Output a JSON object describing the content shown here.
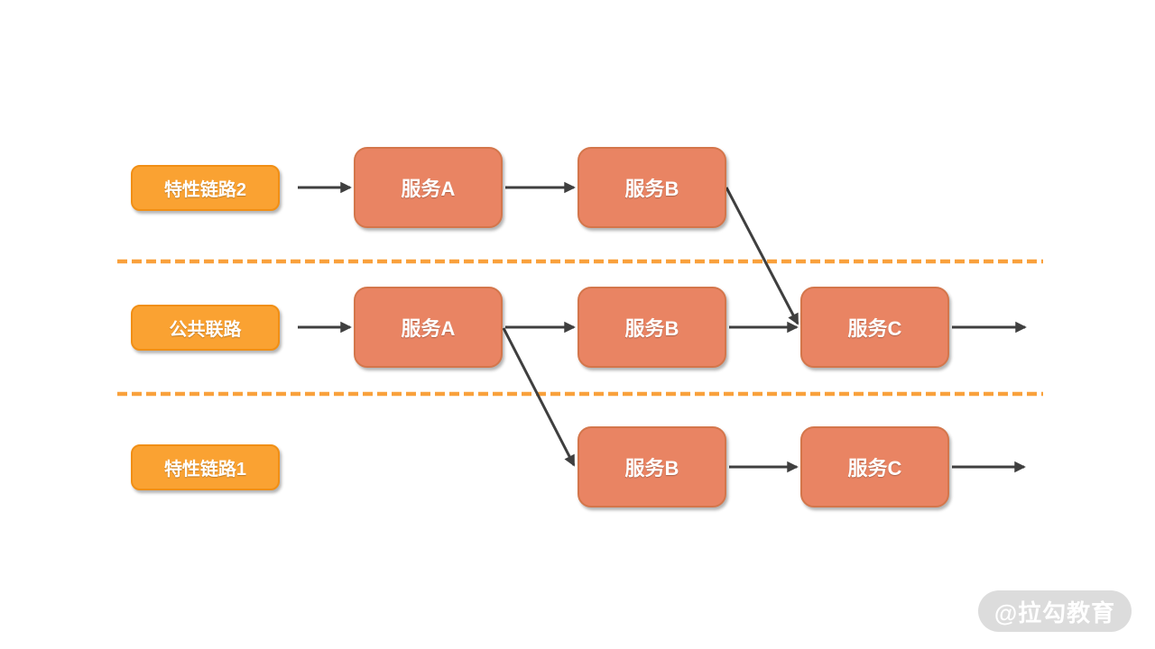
{
  "diagram": {
    "lanes": [
      {
        "label": "特性链路2",
        "services": [
          "服务A",
          "服务B"
        ]
      },
      {
        "label": "公共联路",
        "services": [
          "服务A",
          "服务B",
          "服务C"
        ]
      },
      {
        "label": "特性链路1",
        "services": [
          "服务B",
          "服务C"
        ]
      }
    ],
    "edges": [
      {
        "from": "特性链路2",
        "to": "特性链路2.服务A"
      },
      {
        "from": "特性链路2.服务A",
        "to": "特性链路2.服务B"
      },
      {
        "from": "特性链路2.服务B",
        "to": "公共联路.服务C"
      },
      {
        "from": "公共联路",
        "to": "公共联路.服务A"
      },
      {
        "from": "公共联路.服务A",
        "to": "公共联路.服务B"
      },
      {
        "from": "公共联路.服务A",
        "to": "特性链路1.服务B"
      },
      {
        "from": "公共联路.服务B",
        "to": "公共联路.服务C"
      },
      {
        "from": "公共联路.服务C",
        "to": "out"
      },
      {
        "from": "特性链路1.服务B",
        "to": "特性链路1.服务C"
      },
      {
        "from": "特性链路1.服务C",
        "to": "out"
      }
    ],
    "watermark": "@拉勾教育",
    "colors": {
      "label_fill": "#FAA232",
      "label_border": "#F18F15",
      "service_fill": "#E98463",
      "service_border": "#D4764B",
      "arrow": "#3F3F3F",
      "lane_divider": "#F9A13C",
      "watermark_bg": "#DCDCDC",
      "watermark_text": "#FFFFFF",
      "node_text": "#FFFFFF",
      "background": "#FFFFFF"
    }
  }
}
